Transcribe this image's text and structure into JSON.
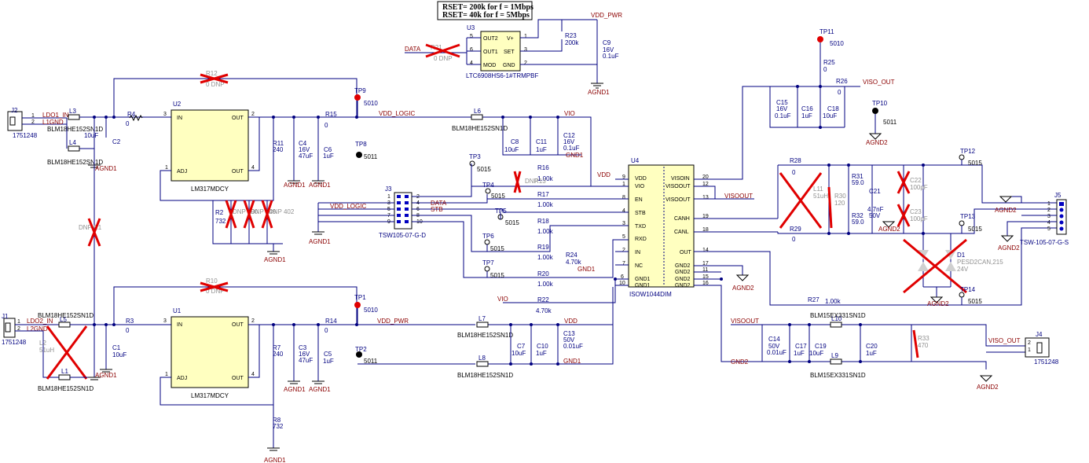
{
  "note": {
    "line1": "RSET= 200k for f = 1Mbps",
    "line2": "RSET= 40k for f = 5Mbps"
  },
  "ics": {
    "u1": {
      "ref": "U1",
      "part": "LM317MDCY",
      "in": "IN",
      "out": "OUT",
      "adj": "ADJ",
      "out2": "OUT",
      "p_in": "3",
      "p_out": "2",
      "p_adj": "1",
      "p_out2": "4"
    },
    "u2": {
      "ref": "U2",
      "part": "LM317MDCY",
      "in": "IN",
      "out": "OUT",
      "adj": "ADJ",
      "out2": "OUT",
      "p_in": "3",
      "p_out": "2",
      "p_adj": "1",
      "p_out2": "4"
    },
    "u3": {
      "ref": "U3",
      "part": "LTC6908HS6-1#TRMPBF",
      "pins_left": [
        "OUT2",
        "OUT1",
        "MOD"
      ],
      "pins_right": [
        "V+",
        "SET",
        "GND"
      ],
      "nums_left": [
        "5",
        "6",
        "4"
      ],
      "nums_right": [
        "1",
        "3",
        "2"
      ]
    },
    "u4": {
      "ref": "U4",
      "part": "ISOW1044DIM",
      "left": [
        "VDD",
        "VIO",
        "EN",
        "STB",
        "TXD",
        "RXD",
        "IN",
        "NC",
        "GND1",
        "GND1"
      ],
      "left_nums": [
        "9",
        "1",
        "8",
        "4",
        "3",
        "5",
        "2",
        "7",
        "6",
        "10"
      ],
      "right": [
        "VISOIN",
        "VISOOUT",
        "VISOOUT",
        "CANH",
        "CANL",
        "OUT",
        "GND2",
        "GND2",
        "GND2",
        "GND2"
      ],
      "right_nums": [
        "20",
        "12",
        "13",
        "19",
        "18",
        "14",
        "17",
        "11",
        "15",
        "16"
      ]
    }
  },
  "connectors": {
    "j1": {
      "ref": "J1",
      "part": "1751248",
      "pins": [
        "1",
        "2"
      ]
    },
    "j2": {
      "ref": "J2",
      "part": "1751248",
      "pins": [
        "1",
        "2"
      ]
    },
    "j3": {
      "ref": "J3",
      "part": "TSW105-07-G-D",
      "pins": [
        "1",
        "2",
        "3",
        "4",
        "5",
        "6",
        "7",
        "8",
        "9",
        "10"
      ]
    },
    "j4": {
      "ref": "J4",
      "part": "1751248",
      "pins": [
        "2",
        "1"
      ]
    },
    "j5": {
      "ref": "J5",
      "part": "TSW-105-07-G-S",
      "pins": [
        "1",
        "2",
        "3",
        "4",
        "5"
      ]
    }
  },
  "nets": {
    "ldo1_in": "LDO1_IN",
    "l1gnd": "L1GND",
    "ldo2_in": "LDO2_IN",
    "l2gnd": "L2GND",
    "vdd_logic": "VDD_LOGIC",
    "vdd_pwr": "VDD_PWR",
    "vdd": "VDD",
    "vio": "VIO",
    "data": "DATA",
    "stb": "STB",
    "viso_out": "VISO_OUT",
    "visoout": "VISOOUT",
    "gnd1": "GND1",
    "gnd2": "GND2",
    "agnd1": "AGND1",
    "agnd2": "AGND2"
  },
  "testpoints": [
    {
      "ref": "TP1",
      "part": "5010"
    },
    {
      "ref": "TP2",
      "part": "5011"
    },
    {
      "ref": "TP3",
      "part": "5015"
    },
    {
      "ref": "TP4",
      "part": "5015"
    },
    {
      "ref": "TP5",
      "part": "5015"
    },
    {
      "ref": "TP6",
      "part": "5015"
    },
    {
      "ref": "TP7",
      "part": "5015"
    },
    {
      "ref": "TP8",
      "part": "5011"
    },
    {
      "ref": "TP9",
      "part": "5010"
    },
    {
      "ref": "TP10",
      "part": "5011"
    },
    {
      "ref": "TP11",
      "part": "5010"
    },
    {
      "ref": "TP12",
      "part": "5015"
    },
    {
      "ref": "TP13",
      "part": "5015"
    },
    {
      "ref": "TP14",
      "part": "5015"
    }
  ],
  "resistors": {
    "r2": {
      "ref": "R2",
      "val": "732"
    },
    "r3": {
      "ref": "R3",
      "val": "0"
    },
    "r4": {
      "ref": "R4",
      "val": "0"
    },
    "r5": {
      "ref": "R5",
      "val": "DNP 390"
    },
    "r6": {
      "ref": "R6",
      "val": "DNP 649"
    },
    "r9": {
      "ref": "R9",
      "val": "DNP 402"
    },
    "r7": {
      "ref": "R7",
      "val": "240"
    },
    "r8": {
      "ref": "R8",
      "val": "732"
    },
    "r10": {
      "ref": "R10",
      "val": "0 DNP"
    },
    "r11": {
      "ref": "R11",
      "val": "240"
    },
    "r12": {
      "ref": "R12",
      "val": "0 DNP"
    },
    "r13": {
      "ref": "R13",
      "val": "DNP"
    },
    "r14": {
      "ref": "R14",
      "val": "0"
    },
    "r15": {
      "ref": "R15",
      "val": "0"
    },
    "r16": {
      "ref": "R16",
      "val": "1.00k"
    },
    "r17": {
      "ref": "R17",
      "val": "1.00k"
    },
    "r18": {
      "ref": "R18",
      "val": "1.00k"
    },
    "r19": {
      "ref": "R19",
      "val": "1.00k"
    },
    "r20": {
      "ref": "R20",
      "val": "1.00k"
    },
    "r21": {
      "ref": "R21",
      "val": "0 DNP"
    },
    "r22": {
      "ref": "R22",
      "val": "4.70k"
    },
    "r23": {
      "ref": "R23",
      "val": "200k"
    },
    "r24": {
      "ref": "R24",
      "val": "4.70k"
    },
    "r25": {
      "ref": "R25",
      "val": "0"
    },
    "r26": {
      "ref": "R26",
      "val": "0"
    },
    "r27": {
      "ref": "R27",
      "val": "1.00k"
    },
    "r28": {
      "ref": "R28",
      "val": "0"
    },
    "r29": {
      "ref": "R29",
      "val": "0"
    },
    "r30": {
      "ref": "R30",
      "val": "120"
    },
    "r31": {
      "ref": "R31",
      "val": "59.0"
    },
    "r32": {
      "ref": "R32",
      "val": "59.0"
    },
    "r33": {
      "ref": "R33",
      "val": "470"
    },
    "dnpr1": {
      "ref": "DNP R1",
      "val": ""
    }
  },
  "capacitors": {
    "c1": {
      "ref": "C1",
      "val": "10uF"
    },
    "c2": {
      "ref": "C2",
      "val": "10uF"
    },
    "c3": {
      "ref": "C3",
      "val1": "16V",
      "val2": "47uF"
    },
    "c4": {
      "ref": "C4",
      "val1": "16V",
      "val2": "47uF"
    },
    "c5": {
      "ref": "C5",
      "val": "1uF"
    },
    "c6": {
      "ref": "C6",
      "val": "1uF"
    },
    "c7": {
      "ref": "C7",
      "val": "10uF"
    },
    "c8": {
      "ref": "C8",
      "val": "10uF"
    },
    "c9": {
      "ref": "C9",
      "val1": "16V",
      "val2": "0.1uF"
    },
    "c10": {
      "ref": "C10",
      "val": "1uF"
    },
    "c11": {
      "ref": "C11",
      "val": "1uF"
    },
    "c12": {
      "ref": "C12",
      "val1": "16V",
      "val2": "0.1uF"
    },
    "c13": {
      "ref": "C13",
      "val1": "50V",
      "val2": "0.01uF"
    },
    "c14": {
      "ref": "C14",
      "val1": "50V",
      "val2": "0.01uF"
    },
    "c15": {
      "ref": "C15",
      "val1": "16V",
      "val2": "0.1uF"
    },
    "c16": {
      "ref": "C16",
      "val": "1uF"
    },
    "c17": {
      "ref": "C17",
      "val": "1uF"
    },
    "c18": {
      "ref": "C18",
      "val": "10uF"
    },
    "c19": {
      "ref": "C19",
      "val": "10uF"
    },
    "c20": {
      "ref": "C20",
      "val": "1uF"
    },
    "c21": {
      "ref": "C21",
      "val1": "4.7nF",
      "val2": "50V"
    },
    "c22": {
      "ref": "C22",
      "val": "100pF"
    },
    "c23": {
      "ref": "C23",
      "val": "100pF"
    }
  },
  "inductors": {
    "l1": {
      "ref": "L1",
      "part": "BLM18HE152SN1D"
    },
    "l2": {
      "ref": "L2",
      "part": "51uH"
    },
    "l3": {
      "ref": "L3",
      "part": "BLM18HE152SN1D"
    },
    "l4": {
      "ref": "L4",
      "part": "BLM18HE152SN1D"
    },
    "l5": {
      "ref": "L5",
      "part": "BLM18HE152SN1D"
    },
    "l6": {
      "ref": "L6",
      "part": "BLM18HE152SN1D"
    },
    "l7": {
      "ref": "L7",
      "part": "BLM18HE152SN1D"
    },
    "l8": {
      "ref": "L8",
      "part": "BLM18HE152SN1D"
    },
    "l9": {
      "ref": "L9",
      "part": "BLM15EX331SN1D"
    },
    "l10": {
      "ref": "L10",
      "part": "BLM15EX331SN1D"
    },
    "l11": {
      "ref": "L11",
      "part": "51uH"
    }
  },
  "diode": {
    "ref": "D1",
    "part": "PESD2CAN,215",
    "volt": "24V"
  }
}
